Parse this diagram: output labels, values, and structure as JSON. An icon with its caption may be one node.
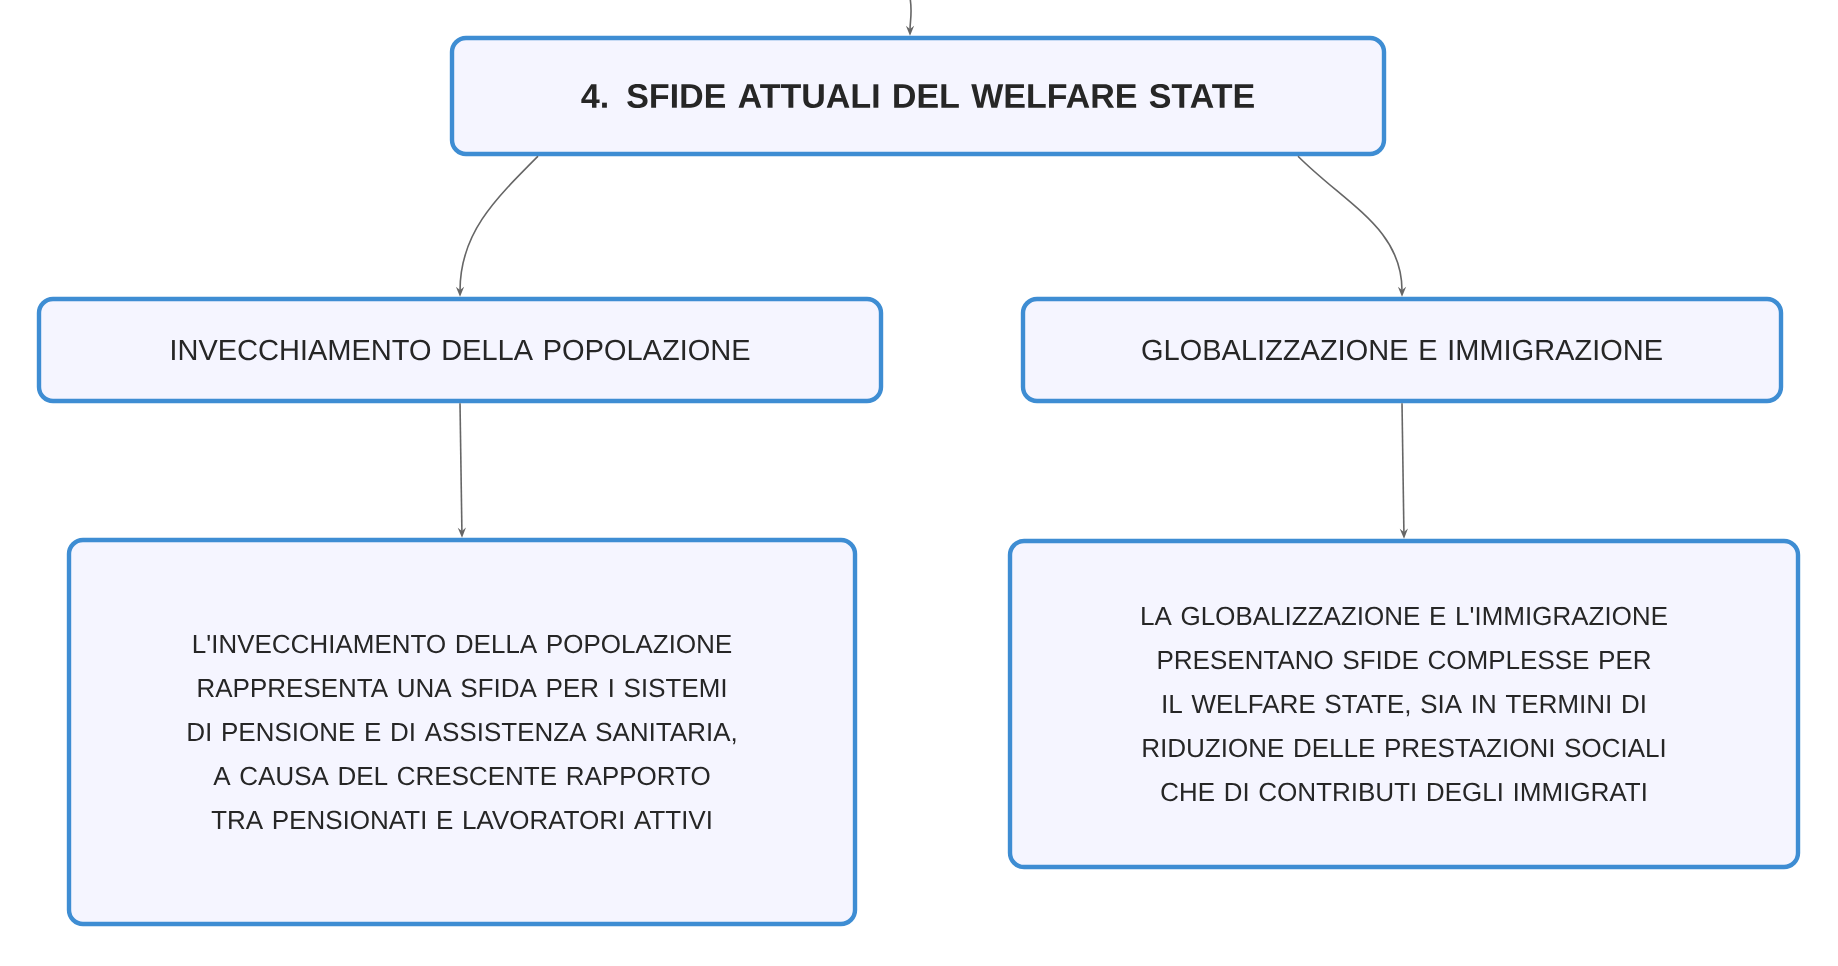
{
  "diagram": {
    "nodes": [
      {
        "text": [
          "4. SFIDE ATTUALI DEL WELFARE STATE"
        ]
      },
      {
        "text": [
          "INVECCHIAMENTO DELLA POPOLAZIONE"
        ]
      },
      {
        "text": [
          "GLOBALIZZAZIONE E IMMIGRAZIONE"
        ]
      },
      {
        "text": [
          "L'INVECCHIAMENTO DELLA POPOLAZIONE RAPPRESENTA UNA SFIDA PER I SISTEMI DI PENSIONE E DI ASSISTENZA SANITARIA, A CAUSA DEL CRESCENTE RAPPORTO TRA PENSIONATI E LAVORATORI ATTIVI"
        ]
      },
      {
        "text": [
          "LA GLOBALIZZAZIONE E L'IMMIGRAZIONE PRESENTANO SFIDE COMPLESSE PER IL WELFARE STATE, SIA IN TERMINI DI RIDUZIONE DELLE PRESTAZIONI SOCIALI CHE DI CONTRIBUTI DEGLI IMMIGRATI"
        ]
      }
    ],
    "edges": [
      {
        "from": null,
        "to": 0,
        "arrow": "to"
      },
      {
        "from": 0,
        "to": 1,
        "arrow": "to"
      },
      {
        "from": 0,
        "to": 2,
        "arrow": "to"
      },
      {
        "from": 1,
        "to": 3,
        "arrow": "to"
      },
      {
        "from": 2,
        "to": 4,
        "arrow": "to"
      }
    ]
  }
}
